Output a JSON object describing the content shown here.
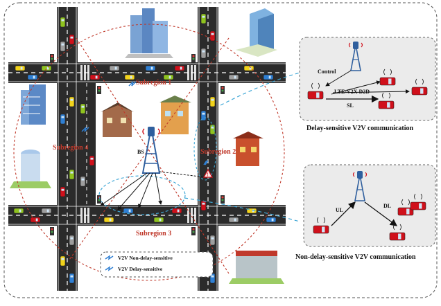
{
  "map": {
    "subregions": [
      "Subregion 1",
      "Subregion 2",
      "Subregion 3",
      "Subregion 4"
    ],
    "bs_label": "BS",
    "legend": {
      "non_delay_label": "V2V Non-delay-sensitive",
      "delay_label": "V2V Delay-sensitive"
    }
  },
  "panel_delay": {
    "control_label": "Control",
    "d2d_label": "LTE-V2X D2D",
    "sl_label": "SL",
    "caption": "Delay-sensitive V2V communication"
  },
  "panel_nondelay": {
    "ul_label": "UL",
    "dl_label": "DL",
    "caption": "Non-delay-sensitive V2V communication"
  },
  "colors": {
    "road": "#2b2b2b",
    "road_line": "#ffffff",
    "region_circle": "#c0392b",
    "subregion_text": "#c0392b",
    "cluster_ellipse": "#3fa7d6",
    "car_red": "#d0101b",
    "car_yellow": "#f2d31b",
    "car_green": "#8fc31f",
    "car_blue": "#2f7fd3",
    "panel_bg": "#ebebeb"
  },
  "icons": [
    "bs-tower-icon",
    "car-icon",
    "building-icon",
    "traffic-light-icon",
    "signal-icon",
    "warning-icon"
  ]
}
